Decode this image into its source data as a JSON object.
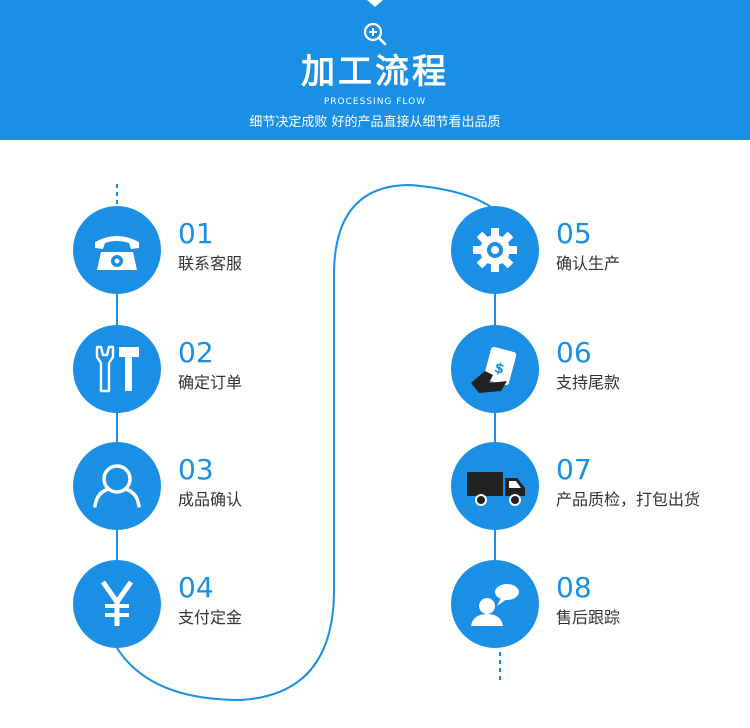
{
  "header": {
    "title": "加工流程",
    "subtitle_en": "PROCESSING FLOW",
    "tagline": "细节决定成败  好的产品直接从细节看出品质",
    "zoom_icon": "zoom-in-icon"
  },
  "colors": {
    "brand_blue": "#1a8fe3",
    "text": "#333333",
    "background": "#ffffff"
  },
  "steps": [
    {
      "num": "01",
      "label": "联系客服",
      "icon": "telephone-icon"
    },
    {
      "num": "02",
      "label": "确定订单",
      "icon": "tools-icon"
    },
    {
      "num": "03",
      "label": "成品确认",
      "icon": "user-icon"
    },
    {
      "num": "04",
      "label": "支付定金",
      "icon": "yen-icon"
    },
    {
      "num": "05",
      "label": "确认生产",
      "icon": "gear-icon"
    },
    {
      "num": "06",
      "label": "支持尾款",
      "icon": "payment-hand-icon"
    },
    {
      "num": "07",
      "label": "产品质检，打包出货",
      "icon": "truck-icon"
    },
    {
      "num": "08",
      "label": "售后跟踪",
      "icon": "chat-user-icon"
    }
  ]
}
